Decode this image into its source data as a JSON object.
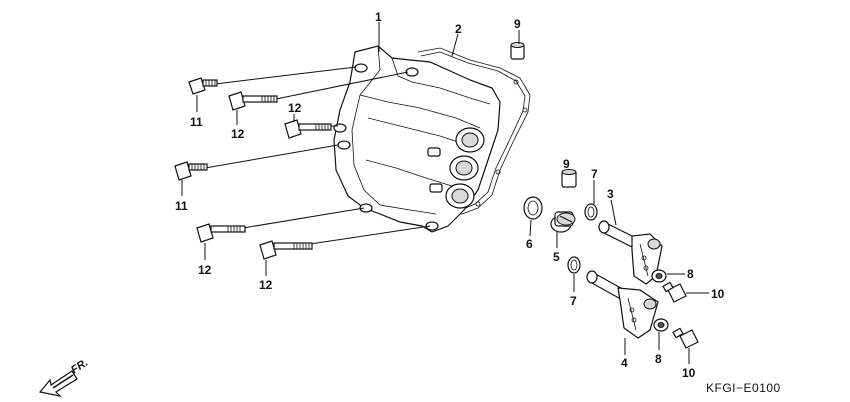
{
  "diagram": {
    "code": "KFGI−E0100",
    "direction_label": "FR.",
    "callouts": [
      {
        "id": "c1",
        "text": "1"
      },
      {
        "id": "c2",
        "text": "2"
      },
      {
        "id": "c9a",
        "text": "9"
      },
      {
        "id": "c11a",
        "text": "11"
      },
      {
        "id": "c12a",
        "text": "12"
      },
      {
        "id": "c12b",
        "text": "12"
      },
      {
        "id": "c11b",
        "text": "11"
      },
      {
        "id": "c12c",
        "text": "12"
      },
      {
        "id": "c12d",
        "text": "12"
      },
      {
        "id": "c9b",
        "text": "9"
      },
      {
        "id": "c7a",
        "text": "7"
      },
      {
        "id": "c3",
        "text": "3"
      },
      {
        "id": "c6",
        "text": "6"
      },
      {
        "id": "c5",
        "text": "5"
      },
      {
        "id": "c7b",
        "text": "7"
      },
      {
        "id": "c8a",
        "text": "8"
      },
      {
        "id": "c10a",
        "text": "10"
      },
      {
        "id": "c4",
        "text": "4"
      },
      {
        "id": "c8b",
        "text": "8"
      },
      {
        "id": "c10b",
        "text": "10"
      }
    ]
  }
}
